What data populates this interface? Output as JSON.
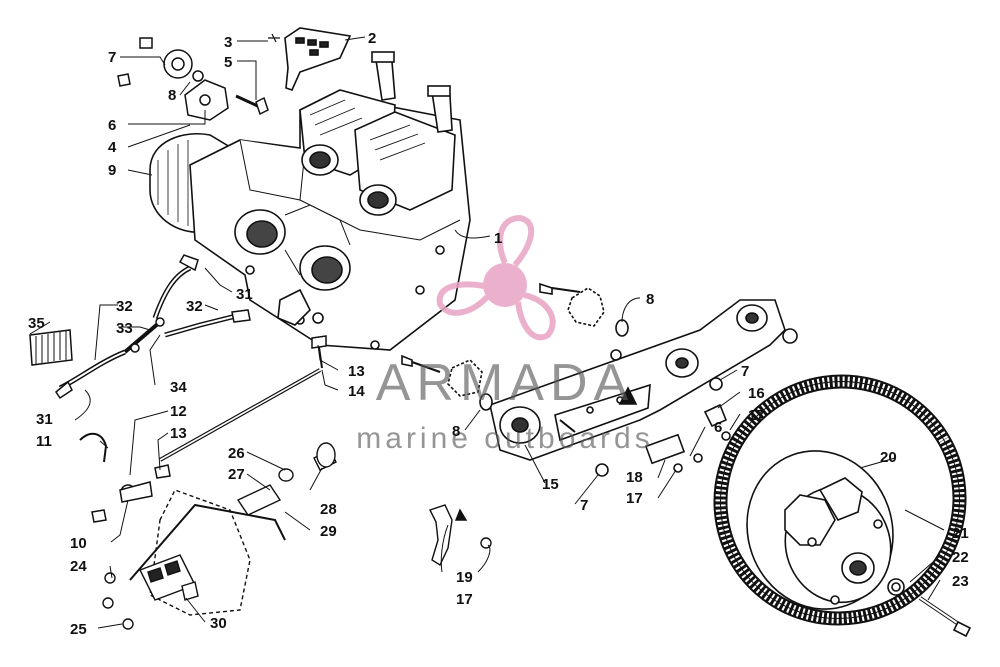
{
  "watermark": {
    "title": "ARMADA",
    "subtitle": "marine outboards",
    "accent_color": "#e8a4c4"
  },
  "callouts": [
    "1",
    "2",
    "3",
    "4",
    "5",
    "6",
    "6",
    "7",
    "7",
    "7",
    "8",
    "8",
    "8",
    "9",
    "10",
    "11",
    "12",
    "13",
    "13",
    "14",
    "15",
    "16",
    "17",
    "17",
    "17",
    "18",
    "19",
    "20",
    "21",
    "22",
    "23",
    "24",
    "25",
    "26",
    "27",
    "28",
    "29",
    "30",
    "31",
    "31",
    "32",
    "32",
    "33",
    "34",
    "35"
  ]
}
